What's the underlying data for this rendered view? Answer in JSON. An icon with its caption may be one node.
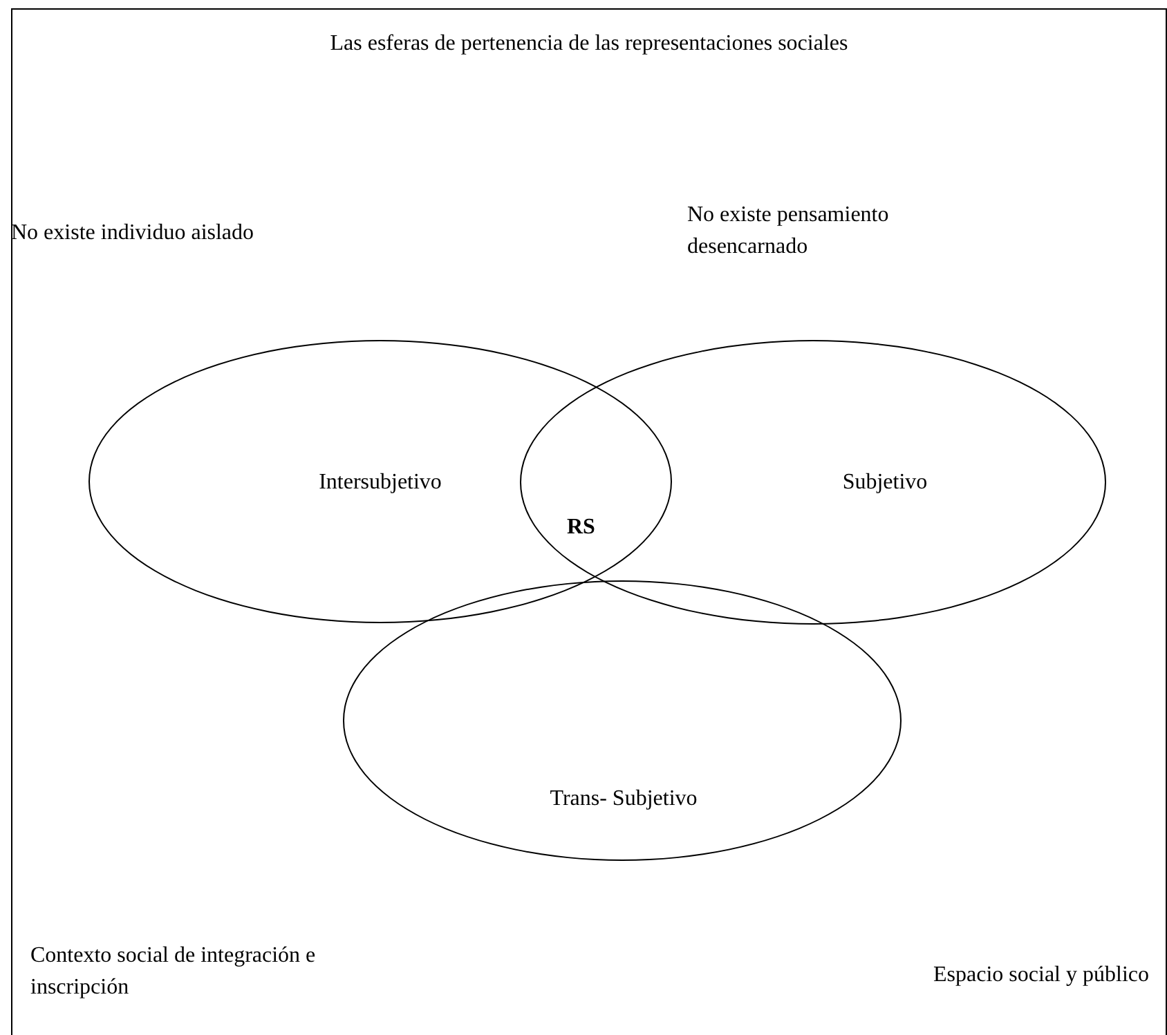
{
  "diagram": {
    "title": "Las esferas de pertenencia de las representaciones sociales",
    "nodes": [
      {
        "text": [
          "Intersubjetivo"
        ]
      },
      {
        "text": [
          "Subjetivo"
        ]
      },
      {
        "text": [
          "Trans- Subjetivo"
        ]
      }
    ],
    "labels": [
      "No existe individuo aislado",
      "No existe pensamiento desencarnado",
      "RS",
      "Contexto social de integración e inscripción",
      "Espacio social y público"
    ]
  }
}
